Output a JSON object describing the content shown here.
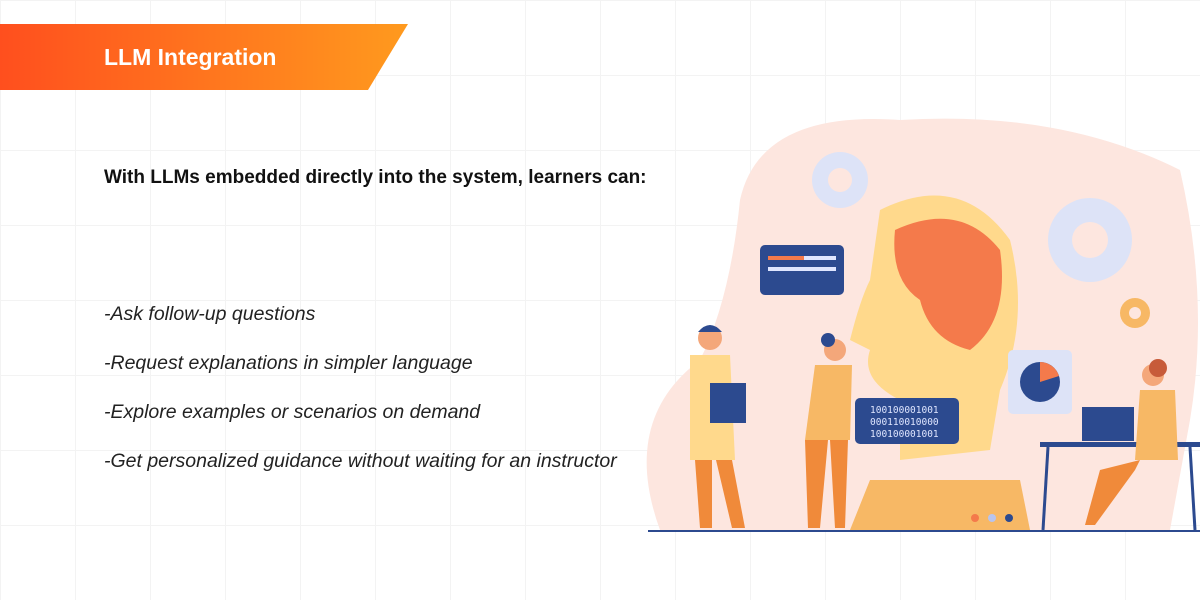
{
  "header": {
    "title": "LLM Integration"
  },
  "intro": "With LLMs embedded directly into the system, learners can:",
  "items": [
    "-Ask follow-up questions",
    "-Request explanations in simpler language",
    "-Explore examples or scenarios on demand",
    "-Get personalized guidance without waiting for an instructor"
  ],
  "illustration": {
    "binary": [
      "100100001001",
      "000110010000",
      "100100001001"
    ]
  },
  "colors": {
    "accent_start": "#ff4f1e",
    "accent_end": "#ff9a1e",
    "navy": "#2c4a8f"
  }
}
